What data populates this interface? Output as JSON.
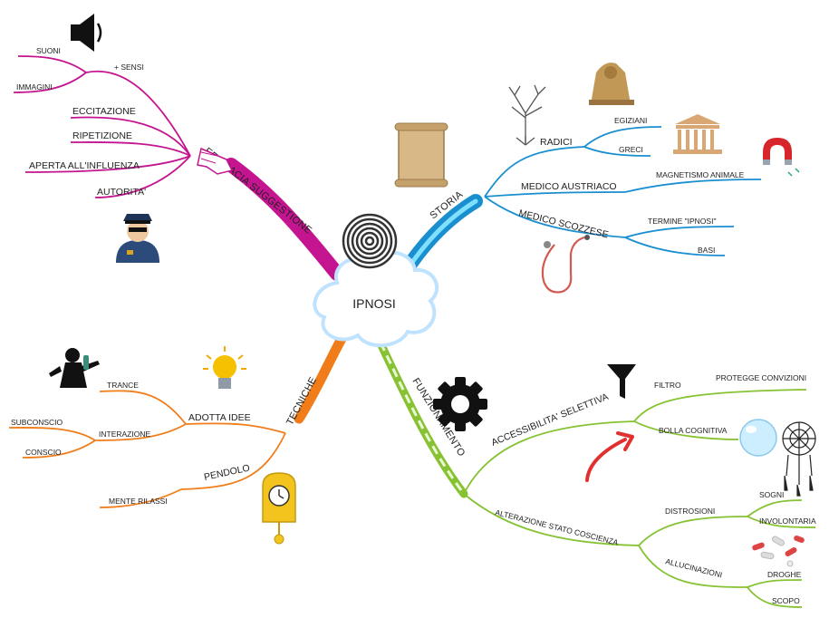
{
  "center": {
    "label": "IPNOSI"
  },
  "branches": {
    "efficacia": {
      "label": "EFFICACIA SUGGESTIONE",
      "color": "#c4148f",
      "sensi": {
        "label": "+ SENSI",
        "children": [
          "SUONI",
          "IMMAGINI"
        ]
      },
      "items": [
        "ECCITAZIONE",
        "RIPETIZIONE",
        "APERTA ALL'INFLUENZA",
        "AUTORITA'"
      ]
    },
    "storia": {
      "label": "STORIA",
      "color": "#1a8fd0",
      "radici": {
        "label": "RADICI",
        "children": [
          "EGIZIANI",
          "GRECI"
        ]
      },
      "austriaco": {
        "label": "MEDICO AUSTRIACO",
        "children": [
          "MAGNETISMO ANIMALE"
        ]
      },
      "scozzese": {
        "label": "MEDICO SCOZZESE",
        "children": [
          "TERMINE \"IPNOSI\"",
          "BASI"
        ]
      }
    },
    "tecniche": {
      "label": "TECNICHE",
      "color": "#f07d1a",
      "adotta": {
        "label": "ADOTTA IDEE",
        "children": [
          "TRANCE",
          "INTERAZIONE"
        ]
      },
      "interazione_children": [
        "SUBCONSCIO",
        "CONSCIO"
      ],
      "pendolo": {
        "label": "PENDOLO",
        "children": [
          "MENTE RILASSI"
        ]
      }
    },
    "funzionamento": {
      "label": "FUNZIONAMENTO",
      "color": "#86c232",
      "accessibilita": {
        "label": "ACCESSIBILITA' SELETTIVA"
      },
      "filtro": {
        "label": "FILTRO",
        "children": [
          "PROTEGGE CONVIZIONI"
        ]
      },
      "bolla": {
        "label": "BOLLA COGNITIVA"
      },
      "alterazione": {
        "label": "ALTERAZIONE STATO COSCIENZA"
      },
      "distrosioni": {
        "label": "DISTROSIONI",
        "children": [
          "SOGNI",
          "INVOLONTARIA"
        ]
      },
      "allucinazioni": {
        "label": "ALLUCINAZIONI",
        "children": [
          "DROGHE",
          "SCOPO"
        ]
      }
    }
  },
  "icons": [
    "speaker-icon",
    "pointing-hand-icon",
    "police-officer-icon",
    "scroll-icon",
    "spiral-icon",
    "tree-icon",
    "sphinx-icon",
    "temple-icon",
    "magnet-icon",
    "stethoscope-icon",
    "diver-icon",
    "lightbulb-icon",
    "pendulum-clock-icon",
    "gear-icon",
    "funnel-icon",
    "red-arrow-icon",
    "bubble-icon",
    "dreamcatcher-icon",
    "pills-icon"
  ]
}
